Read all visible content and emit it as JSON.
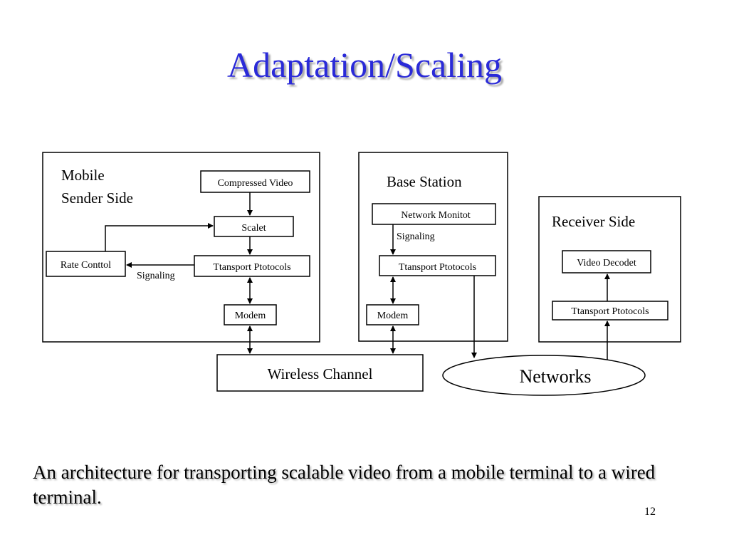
{
  "slide": {
    "title": "Adaptation/Scaling",
    "caption": "An architecture for transporting scalable video from a mobile terminal to a wired terminal.",
    "slide_number": "12"
  },
  "diagram": {
    "sender": {
      "title_line1": "Mobile",
      "title_line2": "Sender Side",
      "compressed_video": "Compressed Video",
      "scaler": "Scalet",
      "rate_control": "Rate Conttol",
      "signaling": "Signaling",
      "transport": "Ttansport Ptotocols",
      "modem": "Modem"
    },
    "base_station": {
      "title": "Base Station",
      "network_monitor": "Network Monitot",
      "signaling": "Signaling",
      "transport": "Ttansport Ptotocols",
      "modem": "Modem"
    },
    "receiver": {
      "title": "Receiver Side",
      "video_decoder": "Video Decodet",
      "transport": "Ttansport Ptotocols"
    },
    "wireless_channel": "Wireless Channel",
    "networks": "Networks"
  },
  "colors": {
    "title": "#2a2ad8",
    "line": "#000000",
    "background": "#ffffff"
  }
}
